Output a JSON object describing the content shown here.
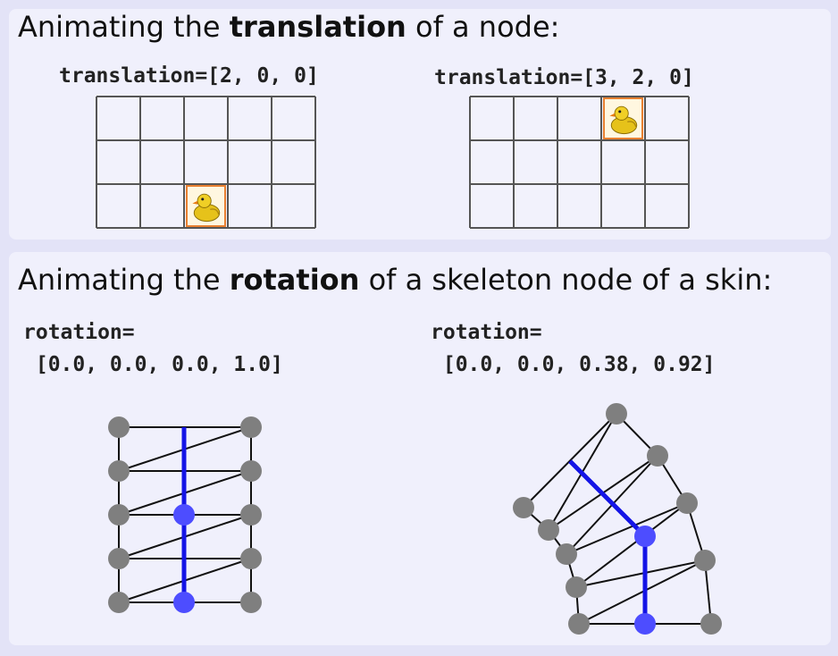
{
  "translation_section": {
    "heading_prefix": "Animating the ",
    "heading_bold": "translation",
    "heading_suffix": " of a node:",
    "left_label": "translation=[2, 0, 0]",
    "right_label": "translation=[3, 2, 0]",
    "left_duck_cell": {
      "col": 2,
      "row": 2
    },
    "right_duck_cell": {
      "col": 3,
      "row": 0
    },
    "grid": {
      "cols": 5,
      "rows": 3
    }
  },
  "rotation_section": {
    "heading_prefix": "Animating the ",
    "heading_bold": "rotation",
    "heading_suffix": " of a skeleton node of a skin:",
    "left_label_line1": "rotation=",
    "left_label_line2": " [0.0, 0.0, 0.0, 1.0]",
    "right_label_line1": "rotation=",
    "right_label_line2": " [0.0, 0.0, 0.38, 0.92]"
  },
  "colors": {
    "panel_bg": "#f0f0fc",
    "page_bg": "#e3e3f7",
    "joint_gray": "#7f7f7f",
    "bone_blue": "#1414e6",
    "bone_joint_blue": "#4d4dff",
    "duck_border": "#e88030",
    "grid_line": "#555555"
  },
  "icons": {
    "duck": "rubber-duck-icon"
  }
}
